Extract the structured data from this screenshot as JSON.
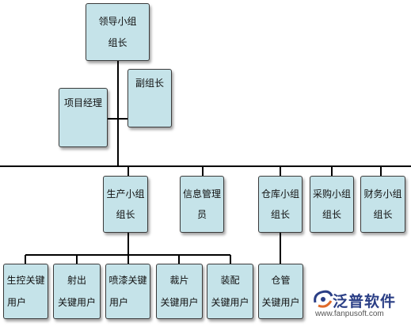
{
  "nodes": {
    "leader": [
      "领导小组",
      "组长"
    ],
    "deputy": [
      "副组长"
    ],
    "project_manager": [
      "项目经理"
    ],
    "production": [
      "生产小组",
      "组长"
    ],
    "info_manager": [
      "信息管理",
      "员"
    ],
    "warehouse": [
      "仓库小组",
      "组长"
    ],
    "purchasing": [
      "采购小组",
      "组长"
    ],
    "finance": [
      "财务小组",
      "组长"
    ],
    "production_children": [
      [
        "生控关键",
        "用户"
      ],
      [
        "射出",
        "关键用户"
      ],
      [
        "喷漆关键",
        "用户"
      ],
      [
        "裁片",
        "关键用户"
      ],
      [
        "装配",
        "关键用户"
      ]
    ],
    "warehouse_children": [
      [
        "仓管",
        "关键用户"
      ]
    ]
  },
  "watermark": {
    "brand": "泛普软件",
    "url": "www.fanpusoft.com"
  },
  "colors": {
    "box_fill": "#c5e3e9",
    "box_border": "#3a3a3a",
    "line": "#000000",
    "brand": "#2b3f86"
  }
}
